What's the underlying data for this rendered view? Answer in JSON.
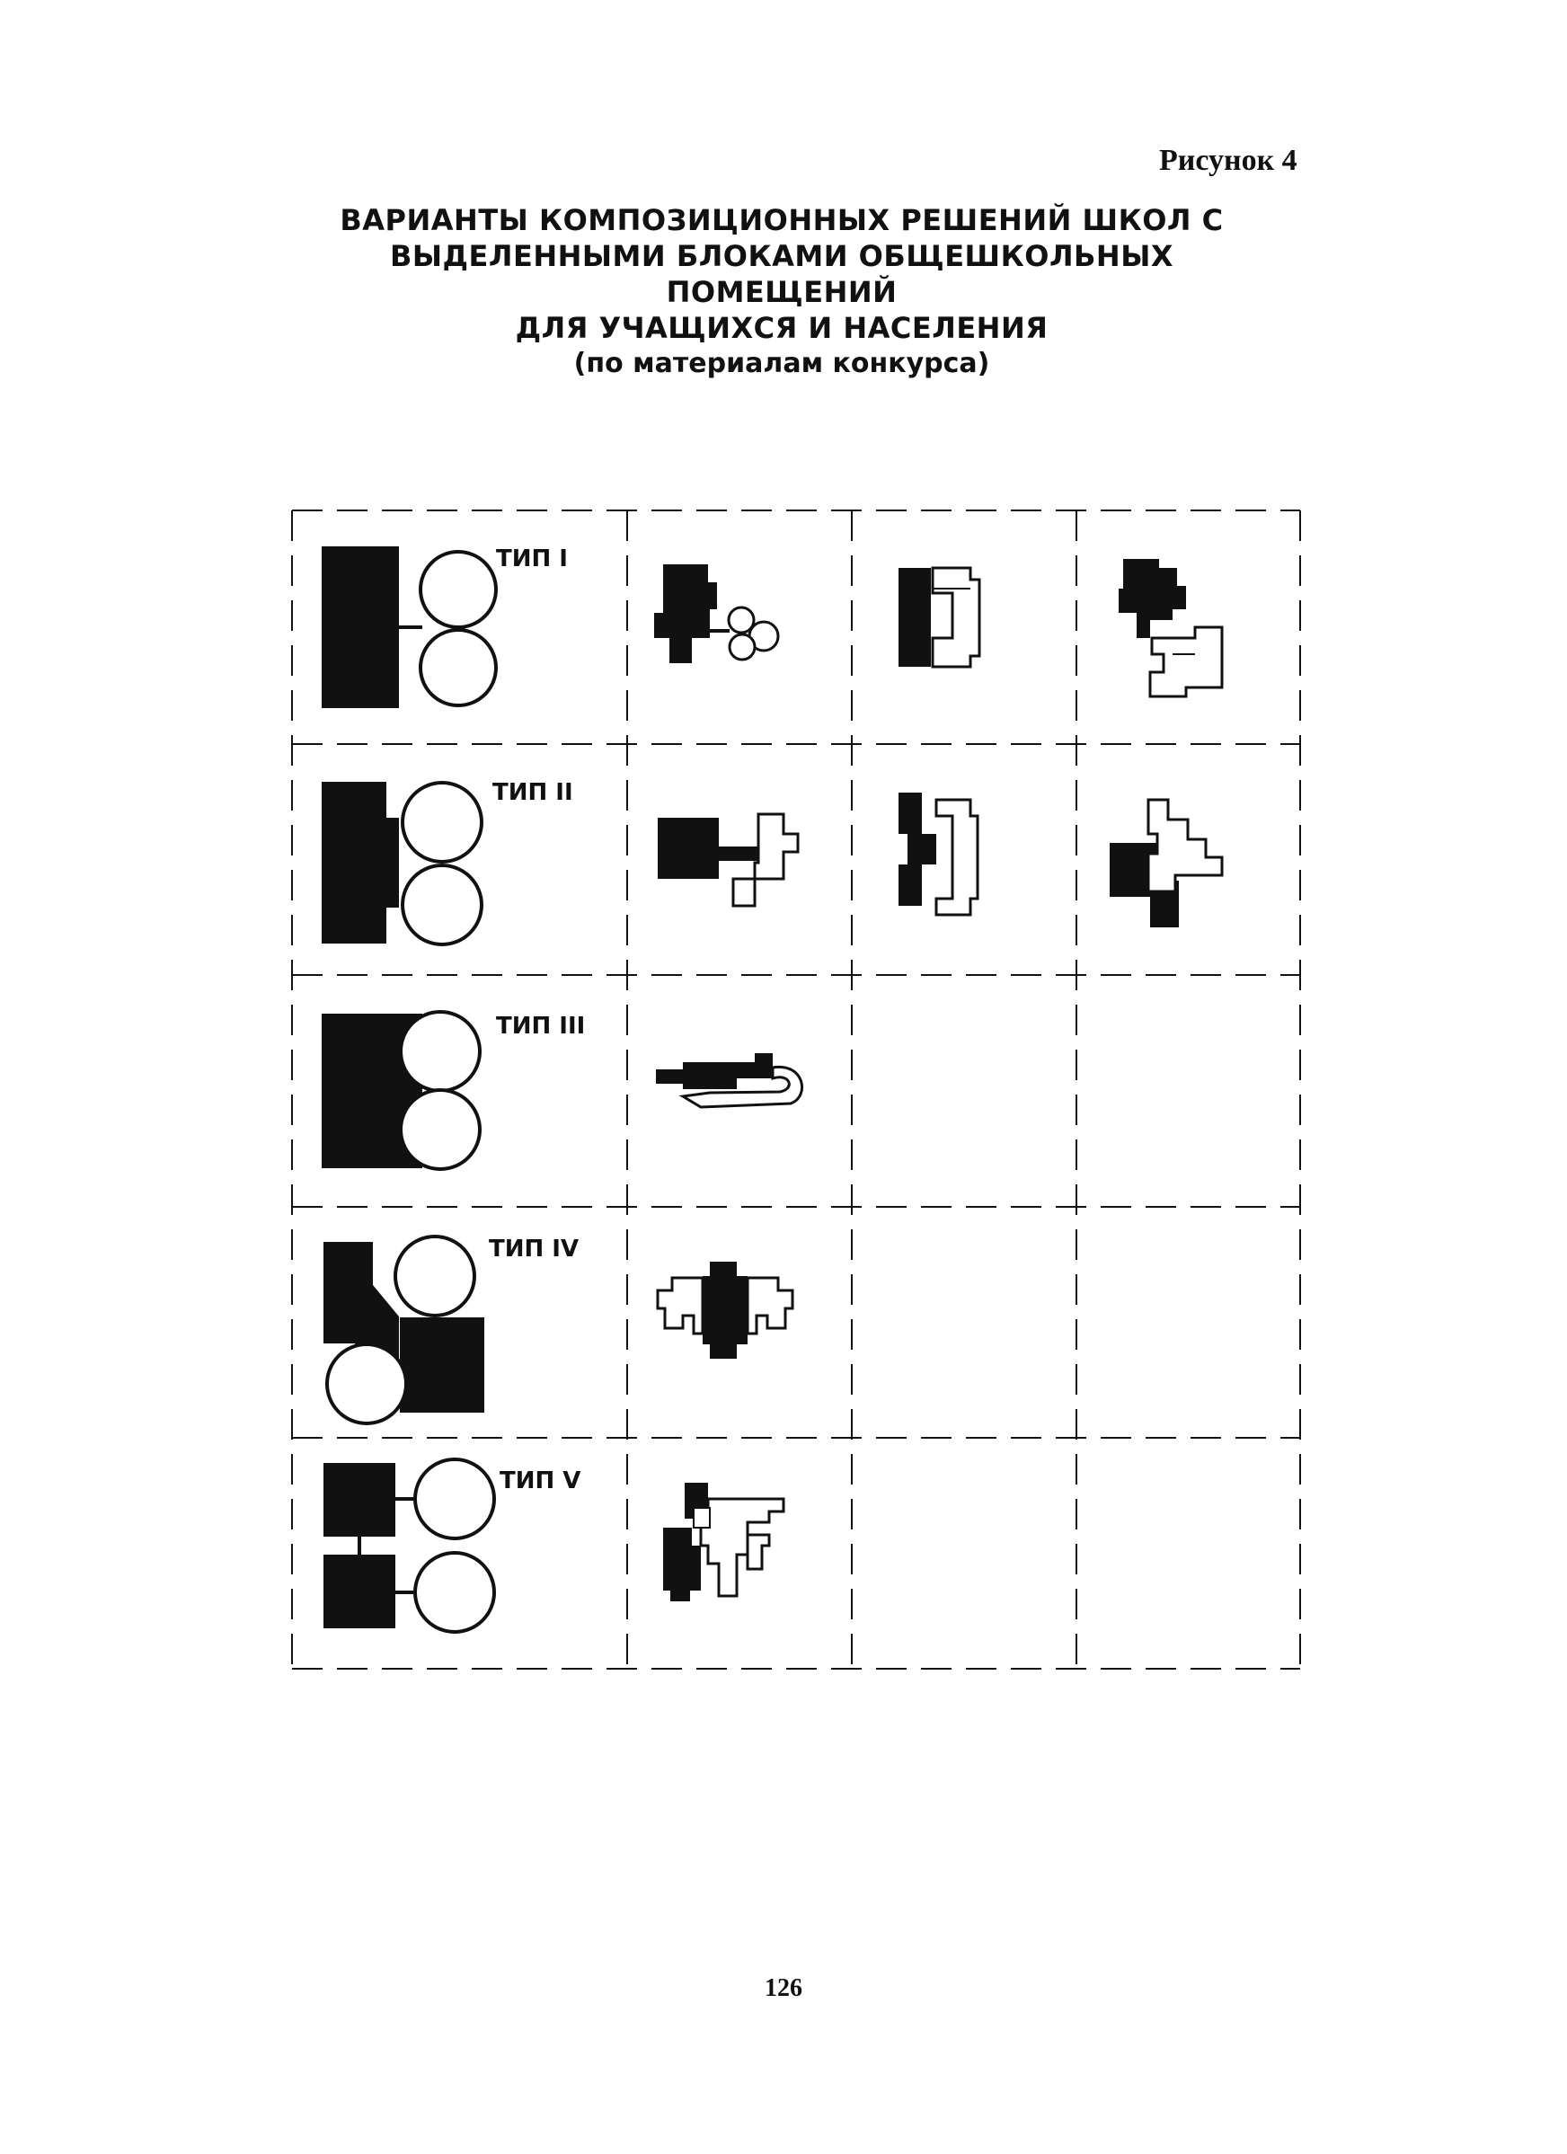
{
  "document": {
    "figure_label": "Рисунок 4",
    "title_lines": [
      "ВАРИАНТЫ КОМПОЗИЦИОННЫХ РЕШЕНИЙ ШКОЛ С",
      "ВЫДЕЛЕННЫМИ БЛОКАМИ ОБЩЕШКОЛЬНЫХ ПОМЕЩЕНИЙ",
      "ДЛЯ УЧАЩИХСЯ И НАСЕЛЕНИЯ"
    ],
    "subtitle": "(по материалам конкурса)",
    "page_number": "126"
  },
  "figure": {
    "rows": [
      {
        "type_label": "ТИП I",
        "examples": 3
      },
      {
        "type_label": "ТИП II",
        "examples": 3
      },
      {
        "type_label": "ТИП III",
        "examples": 1
      },
      {
        "type_label": "ТИП IV",
        "examples": 1
      },
      {
        "type_label": "ТИП V",
        "examples": 1
      }
    ]
  },
  "colors": {
    "ink": "#111111",
    "paper": "#ffffff"
  }
}
